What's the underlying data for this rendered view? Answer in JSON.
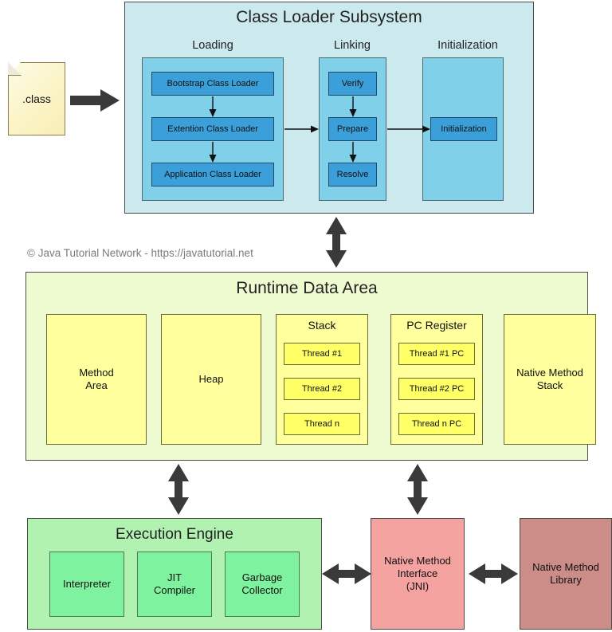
{
  "credit": "© Java Tutorial Network - https://javatutorial.net",
  "class_file": {
    "label": ".class",
    "icon": "document-icon"
  },
  "class_loader": {
    "title": "Class Loader Subsystem",
    "phases": [
      {
        "label": "Loading",
        "steps": [
          "Bootstrap Class Loader",
          "Extention Class Loader",
          "Application Class Loader"
        ]
      },
      {
        "label": "Linking",
        "steps": [
          "Verify",
          "Prepare",
          "Resolve"
        ]
      },
      {
        "label": "Initialization",
        "steps": [
          "Initialization"
        ]
      }
    ]
  },
  "runtime_data_area": {
    "title": "Runtime Data Area",
    "method_area": "Method\nArea",
    "heap": "Heap",
    "stack": {
      "title": "Stack",
      "threads": [
        "Thread #1",
        "Thread #2",
        "Thread n"
      ]
    },
    "pc_register": {
      "title": "PC Register",
      "threads": [
        "Thread #1 PC",
        "Thread #2 PC",
        "Thread n PC"
      ]
    },
    "native_method_stack": "Native Method\nStack"
  },
  "execution_engine": {
    "title": "Execution Engine",
    "components": [
      "Interpreter",
      "JIT\nCompiler",
      "Garbage\nCollector"
    ]
  },
  "native_method_interface": "Native Method\nInterface\n(JNI)",
  "native_method_library": "Native Method\nLibrary",
  "colors": {
    "class_loader_panel": "#cceaee",
    "class_loader_group": "#7fd0e8",
    "class_loader_step": "#3b9fd9",
    "runtime_panel": "#eefad0",
    "runtime_box": "#ffff9e",
    "thread_box": "#ffff66",
    "execution_panel": "#b2f2b0",
    "execution_box": "#7ff2a0",
    "jni": "#f4a3a0",
    "native_library": "#cc8d89",
    "class_doc": "#fbf3c4",
    "arrow": "#3a3a3a"
  }
}
